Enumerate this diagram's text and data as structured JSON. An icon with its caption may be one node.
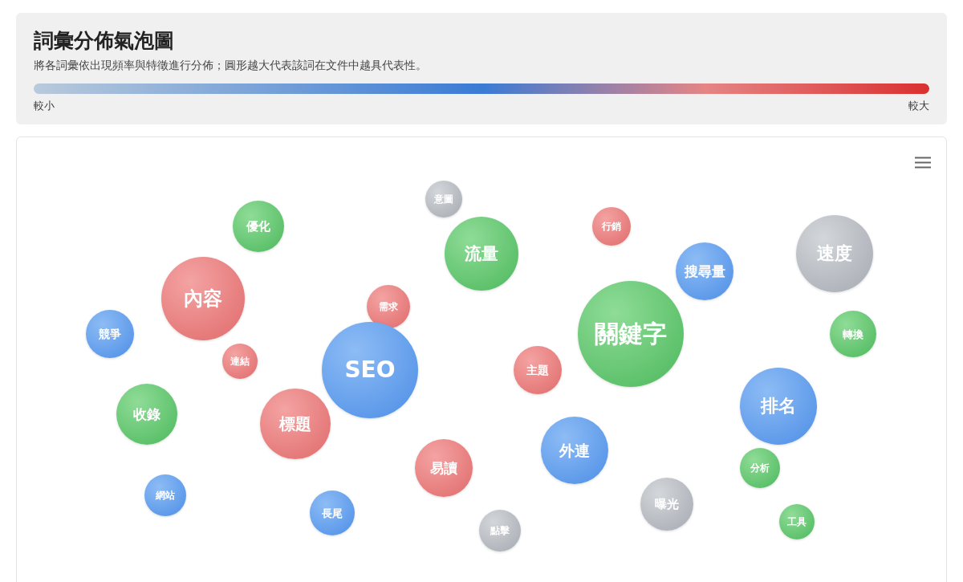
{
  "diagram": {
    "title": "詞彙分佈氣泡圖",
    "caption": "將各詞彙依出現頻率與特徵進行分佈；圓形越大代表該詞在文件中越具代表性。",
    "nodes": [
      {
        "text": [
          "意圖"
        ]
      },
      {
        "text": [
          "優化"
        ]
      },
      {
        "text": [
          "行銷"
        ]
      },
      {
        "text": [
          "流量"
        ]
      },
      {
        "text": [
          "速度"
        ]
      },
      {
        "text": [
          "搜尋量"
        ]
      },
      {
        "text": [
          "內容"
        ]
      },
      {
        "text": [
          "需求"
        ]
      },
      {
        "text": [
          "關鍵字"
        ]
      },
      {
        "text": [
          "競爭"
        ]
      },
      {
        "text": [
          "轉換"
        ]
      },
      {
        "text": [
          "連結"
        ]
      },
      {
        "text": [
          "SEO"
        ]
      },
      {
        "text": [
          "主題"
        ]
      },
      {
        "text": [
          "排名"
        ]
      },
      {
        "text": [
          "收錄"
        ]
      },
      {
        "text": [
          "標題"
        ]
      },
      {
        "text": [
          "外連"
        ]
      },
      {
        "text": [
          "易讀"
        ]
      },
      {
        "text": [
          "分析"
        ]
      },
      {
        "text": [
          "網站"
        ]
      },
      {
        "text": [
          "曝光"
        ]
      },
      {
        "text": [
          "長尾"
        ]
      },
      {
        "text": [
          "工具"
        ]
      },
      {
        "text": [
          "點擊"
        ]
      }
    ],
    "labels": [
      "較小",
      "較大"
    ]
  }
}
